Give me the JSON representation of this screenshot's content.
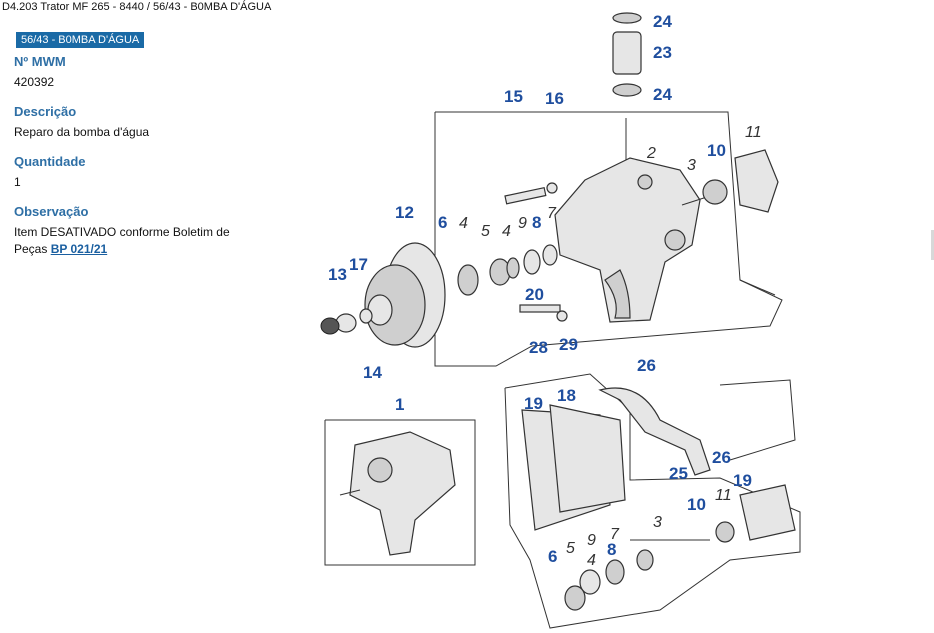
{
  "breadcrumb": {
    "model": "D4.203 Trator MF 265 - 8440",
    "sep": "/",
    "section": "56/43 - B0MBA D'ÁGUA"
  },
  "section_badge": "56/43 - B0MBA D'ÁGUA",
  "fields": {
    "mwm_label": "Nº MWM",
    "mwm_value": "420392",
    "desc_label": "Descrição",
    "desc_value": "Reparo da bomba d'água",
    "qty_label": "Quantidade",
    "qty_value": "1",
    "obs_label": "Observação",
    "obs_text": "Item DESATIVADO conforme Boletim de Peças",
    "obs_link": "BP 021/21"
  },
  "diagram_labels": {
    "l24a": "24",
    "l23": "23",
    "l24b": "24",
    "l15": "15",
    "l16": "16",
    "l2": "2",
    "l3": "3",
    "l10": "10",
    "l11": "11",
    "l12": "12",
    "l6": "6",
    "l4": "4",
    "l5": "5",
    "l4b": "4",
    "l9": "9",
    "l8": "8",
    "l7": "7",
    "l13": "13",
    "l17": "17",
    "l20": "20",
    "l28": "28",
    "l29": "29",
    "l14": "14",
    "l26a": "26",
    "l1": "1",
    "l19": "19",
    "l18": "18",
    "l25": "25",
    "l26b": "26",
    "l10b": "10",
    "l11b": "11",
    "l19b": "19",
    "l3b": "3",
    "l9b": "9",
    "l7b": "7",
    "l5b": "5",
    "l8b": "8",
    "l6b": "6",
    "l4c": "4"
  }
}
